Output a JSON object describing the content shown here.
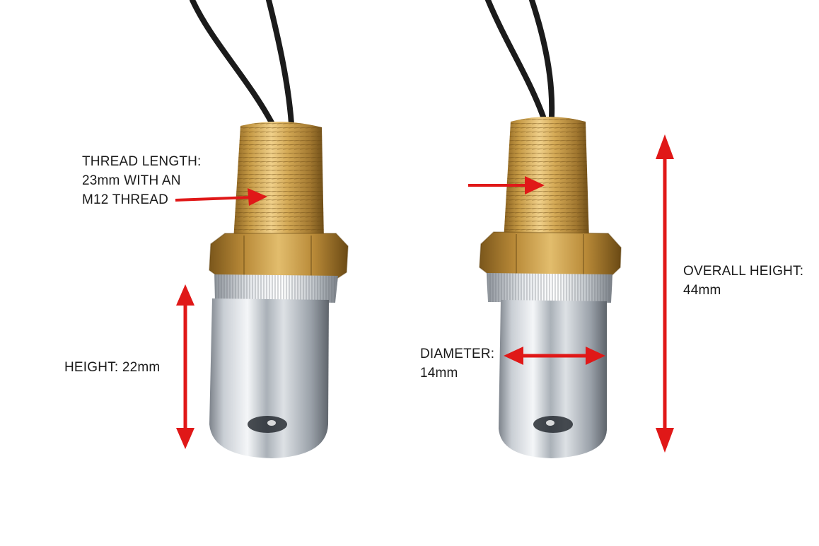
{
  "image": {
    "background": "#ffffff",
    "brass_color": "#c89a3a",
    "chrome_color": "#c4c8cc",
    "arrow_color": "#e01818",
    "wire_color": "#1b1b1b"
  },
  "left_product": {
    "thread_label": {
      "line1": "THREAD LENGTH:",
      "line2": "23mm WITH AN",
      "line3": "M12 THREAD"
    },
    "height_label": "HEIGHT: 22mm"
  },
  "right_product": {
    "diameter_label": {
      "line1": "DIAMETER:",
      "line2": "14mm"
    },
    "overall_label": {
      "line1": "OVERALL HEIGHT:",
      "line2": "44mm"
    }
  }
}
